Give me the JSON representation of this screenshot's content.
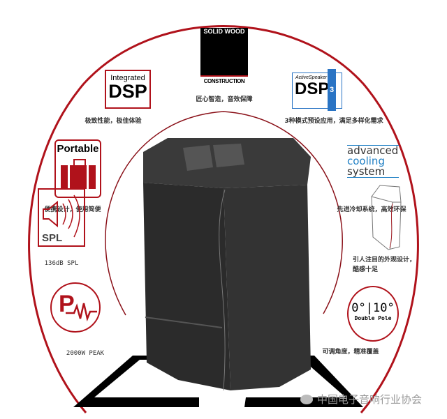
{
  "features": {
    "solid_wood": {
      "top": "SOLID WOOD",
      "bottom": "CONSTRUCTION",
      "caption": "匠心智造，音效保障"
    },
    "integrated_dsp": {
      "line1": "Integrated",
      "line2": "DSP",
      "caption": "极致性能，极佳体验"
    },
    "activespeaker_dsp3": {
      "line1": "ActiveSpeaker",
      "line2": "DSP",
      "badge": "3",
      "caption": "3种模式预设应用，满足多样化需求"
    },
    "portable": {
      "label": "Portable",
      "caption": "便携设计，使用简便"
    },
    "cooling": {
      "line1": "advanced",
      "line2": "cooling",
      "line3": "system",
      "caption": "先进冷却系统，高效环保"
    },
    "spl": {
      "label": "SPL",
      "caption": "136dB SPL"
    },
    "power": {
      "label": "P",
      "caption": "2000W PEAK"
    },
    "design": {
      "caption1": "引人注目的外观设计，",
      "caption2": "酷感十足"
    },
    "double_pole": {
      "angles": "0°|10°",
      "label": "Double Pole",
      "caption": "可调角度，精准覆盖"
    }
  },
  "watermark": "中国电子音响行业协会",
  "colors": {
    "accent_red": "#b0121b",
    "cooling_blue": "#1f7fc4",
    "dsp3_blue": "#2a74c4"
  }
}
